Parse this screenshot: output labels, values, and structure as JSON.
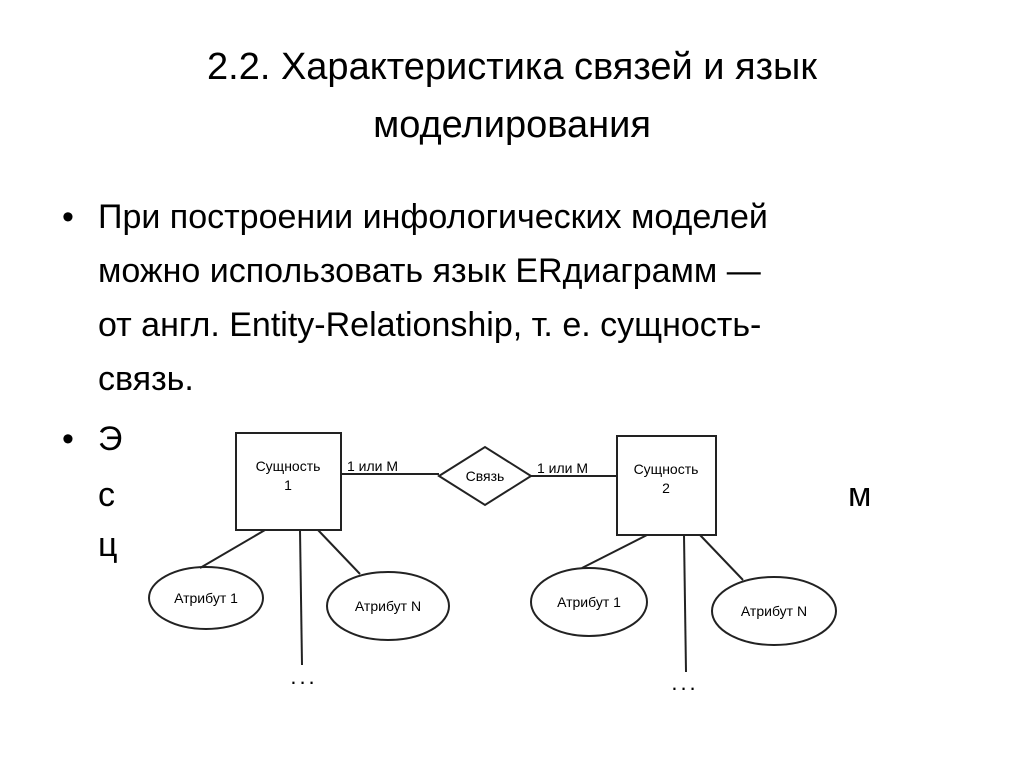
{
  "slide": {
    "title_line1": "2.2. Характеристика связей и язык",
    "title_line2": "моделирования",
    "bullets": [
      {
        "lines": [
          "При построении инфологических моделей",
          "можно использовать язык ERдиаграмм —",
          "от англ. Entity-Relationship, т. е. сущность-",
          "связь."
        ]
      }
    ],
    "obscured_fragments": [
      "Э",
      "с",
      "ц",
      "м"
    ],
    "bullet_glyph": "•"
  },
  "diagram": {
    "entity1": [
      "Сущность",
      "1"
    ],
    "entity2": [
      "Сущность",
      "2"
    ],
    "relationship": "Связь",
    "cardinality_left": "1 или М",
    "cardinality_right": "1 или М",
    "e1_attr1": "Атрибут 1",
    "e1_attrN": "Атрибут N",
    "e2_attr1": "Атрибут 1",
    "e2_attrN": "Атрибут N",
    "ellipsis": "..."
  }
}
